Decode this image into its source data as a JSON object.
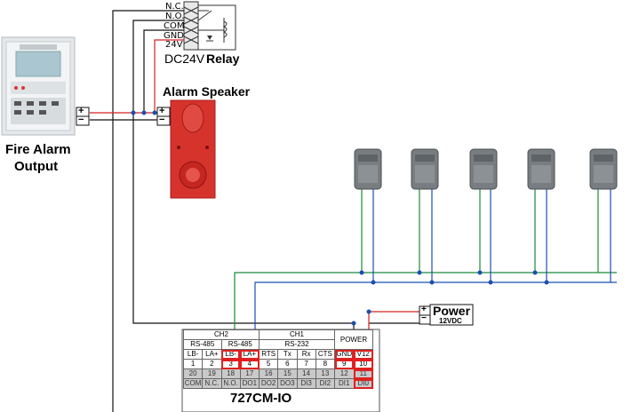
{
  "relay": {
    "terminals": [
      "N.C.",
      "N.O.",
      "COM",
      "GND",
      "24V"
    ],
    "caption": "DC24V",
    "title": "Relay"
  },
  "fire_alarm": {
    "line1": "Fire Alarm",
    "line2": "Output"
  },
  "speaker": {
    "title": "Alarm Speaker"
  },
  "power": {
    "title": "Power",
    "voltage": "12VDC",
    "plus": "+",
    "minus": "−"
  },
  "panel_terminals": {
    "plus": "+",
    "minus": "−"
  },
  "speaker_terminals": {
    "plus": "+",
    "minus": "−"
  },
  "controller": {
    "name": "727CM-IO",
    "groups": [
      "CH2",
      "CH1",
      "POWER"
    ],
    "subgroups": [
      "RS-485",
      "RS-485",
      "RS-232"
    ],
    "signal_row": [
      "LB-",
      "LA+",
      "LB-",
      "LA+",
      "RTS",
      "Tx",
      "Rx",
      "CTS",
      "GND",
      "V12"
    ],
    "number_row": [
      "1",
      "2",
      "3",
      "4",
      "5",
      "6",
      "7",
      "8",
      "9",
      "10"
    ],
    "bottom_num_row": [
      "20",
      "19",
      "18",
      "17",
      "16",
      "15",
      "14",
      "13",
      "12",
      "11"
    ],
    "bottom_label_row": [
      "COM",
      "N.C.",
      "N.O.",
      "DO1",
      "DO2",
      "DO3",
      "DI3",
      "DI2",
      "DI1",
      "DI0"
    ]
  },
  "colors": {
    "red": "#d42020",
    "green": "#1a8a3a",
    "blue": "#1a4fb0",
    "black": "#111111",
    "highlight": "#e02020"
  }
}
